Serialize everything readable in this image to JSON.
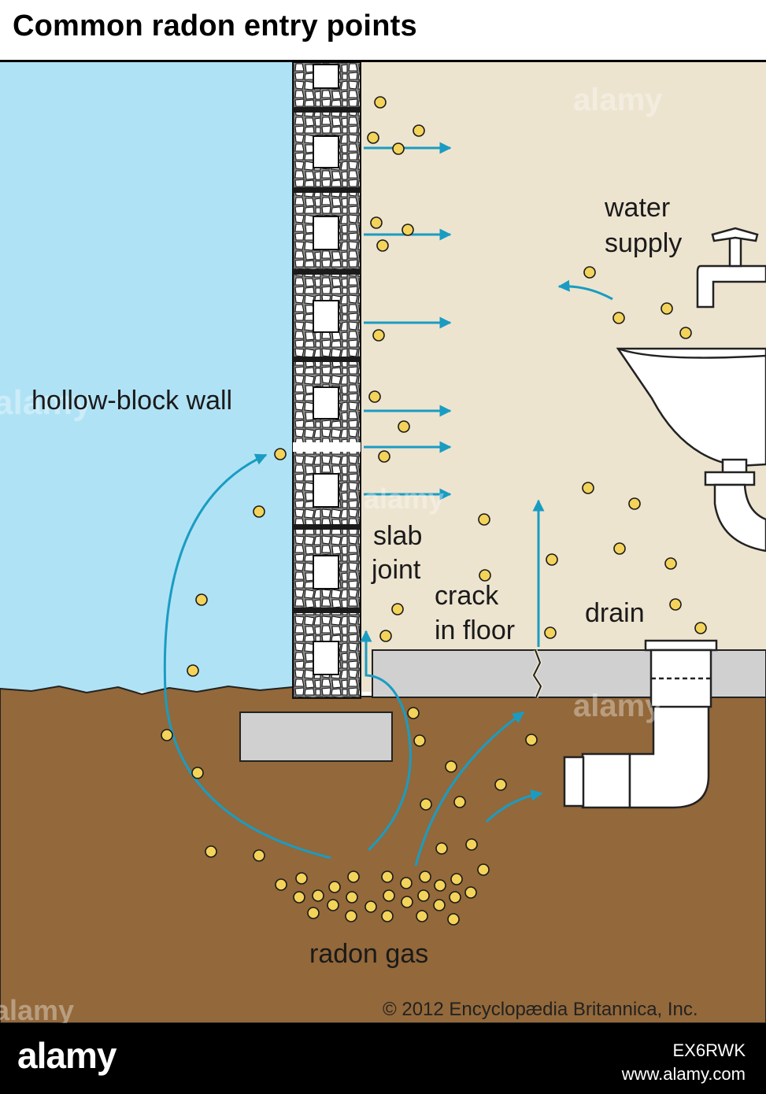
{
  "title": "Common radon entry points",
  "labels": {
    "wall": "hollow-block wall",
    "water_line1": "water",
    "water_line2": "supply",
    "slab_line1": "slab",
    "slab_line2": "joint",
    "crack_line1": "crack",
    "crack_line2": "in floor",
    "drain": "drain",
    "radon": "radon gas"
  },
  "copyright": "© 2012 Encyclopædia Britannica, Inc.",
  "watermark": "alamy",
  "footer": {
    "logo": "alamy",
    "image_id": "EX6RWK",
    "url": "www.alamy.com"
  },
  "colors": {
    "outside": "#b0e2f5",
    "interior": "#ede4d0",
    "soil": "#93683a",
    "slab": "#d0d0d0",
    "arrow": "#1a9cc2",
    "particle": "#f3d35a"
  }
}
